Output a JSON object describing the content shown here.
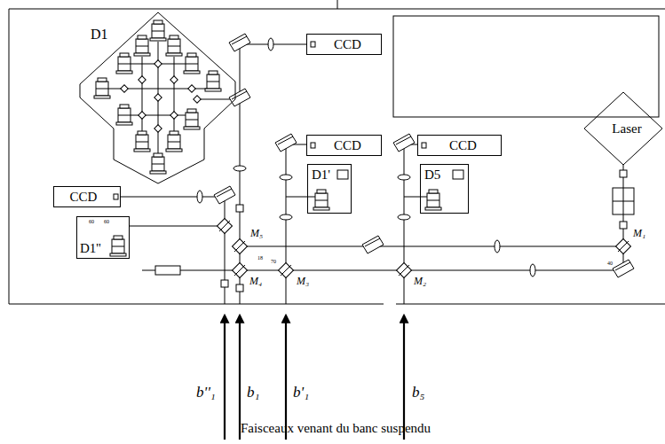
{
  "diagram": {
    "caption": "Faisceaux venant du banc suspendu",
    "nodes": [
      {
        "text": [
          "D1"
        ]
      },
      {
        "text": [
          "CCD"
        ]
      },
      {
        "text": [
          "Laser"
        ]
      },
      {
        "text": [
          "CCD"
        ]
      },
      {
        "text": [
          "CCD"
        ]
      },
      {
        "text": [
          "D1'"
        ]
      },
      {
        "text": [
          "D5"
        ]
      },
      {
        "text": [
          "CCD"
        ]
      },
      {
        "text": [
          "D1''"
        ]
      }
    ],
    "labels": [
      "M₁",
      "M₅",
      "M₂",
      "M₃",
      "M₄",
      "60",
      "60",
      "18",
      "70",
      "40",
      "b''₁",
      "b₁",
      "b'₁",
      "b₅"
    ]
  }
}
